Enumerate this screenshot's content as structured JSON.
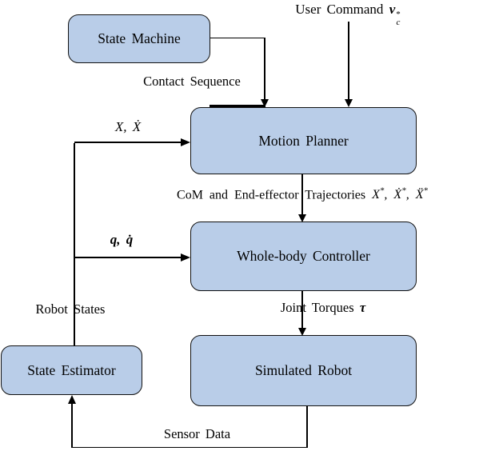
{
  "diagram": {
    "nodes": {
      "state_machine": {
        "label": "State Machine"
      },
      "motion_planner": {
        "label": "Motion Planner"
      },
      "whole_body_controller": {
        "label": "Whole-body Controller"
      },
      "simulated_robot": {
        "label": "Simulated Robot"
      },
      "state_estimator": {
        "label": "State Estimator"
      }
    },
    "labels": {
      "user_command": {
        "text": "User Command",
        "symbol": "v",
        "sup": "*",
        "sub": "c"
      },
      "contact_sequence": "Contact Sequence",
      "state_feedback": "X, Ẋ",
      "trajectories": {
        "text": "CoM and End-effector Trajectories",
        "symbols": [
          {
            "base": "X",
            "sup": "*",
            "sep": ","
          },
          {
            "base": "Ẋ",
            "sup": "*",
            "sep": ","
          },
          {
            "base": "Ẍ",
            "sup": "*",
            "sep": ""
          }
        ]
      },
      "joint_feedback": "q, q̇",
      "robot_states": "Robot States",
      "joint_torques": {
        "text": "Joint Torques",
        "symbol": "τ"
      },
      "sensor_data": "Sensor Data"
    },
    "colors": {
      "node_fill": "#b9cde8",
      "node_border": "#111111",
      "line": "#000000",
      "background": "#ffffff"
    }
  }
}
